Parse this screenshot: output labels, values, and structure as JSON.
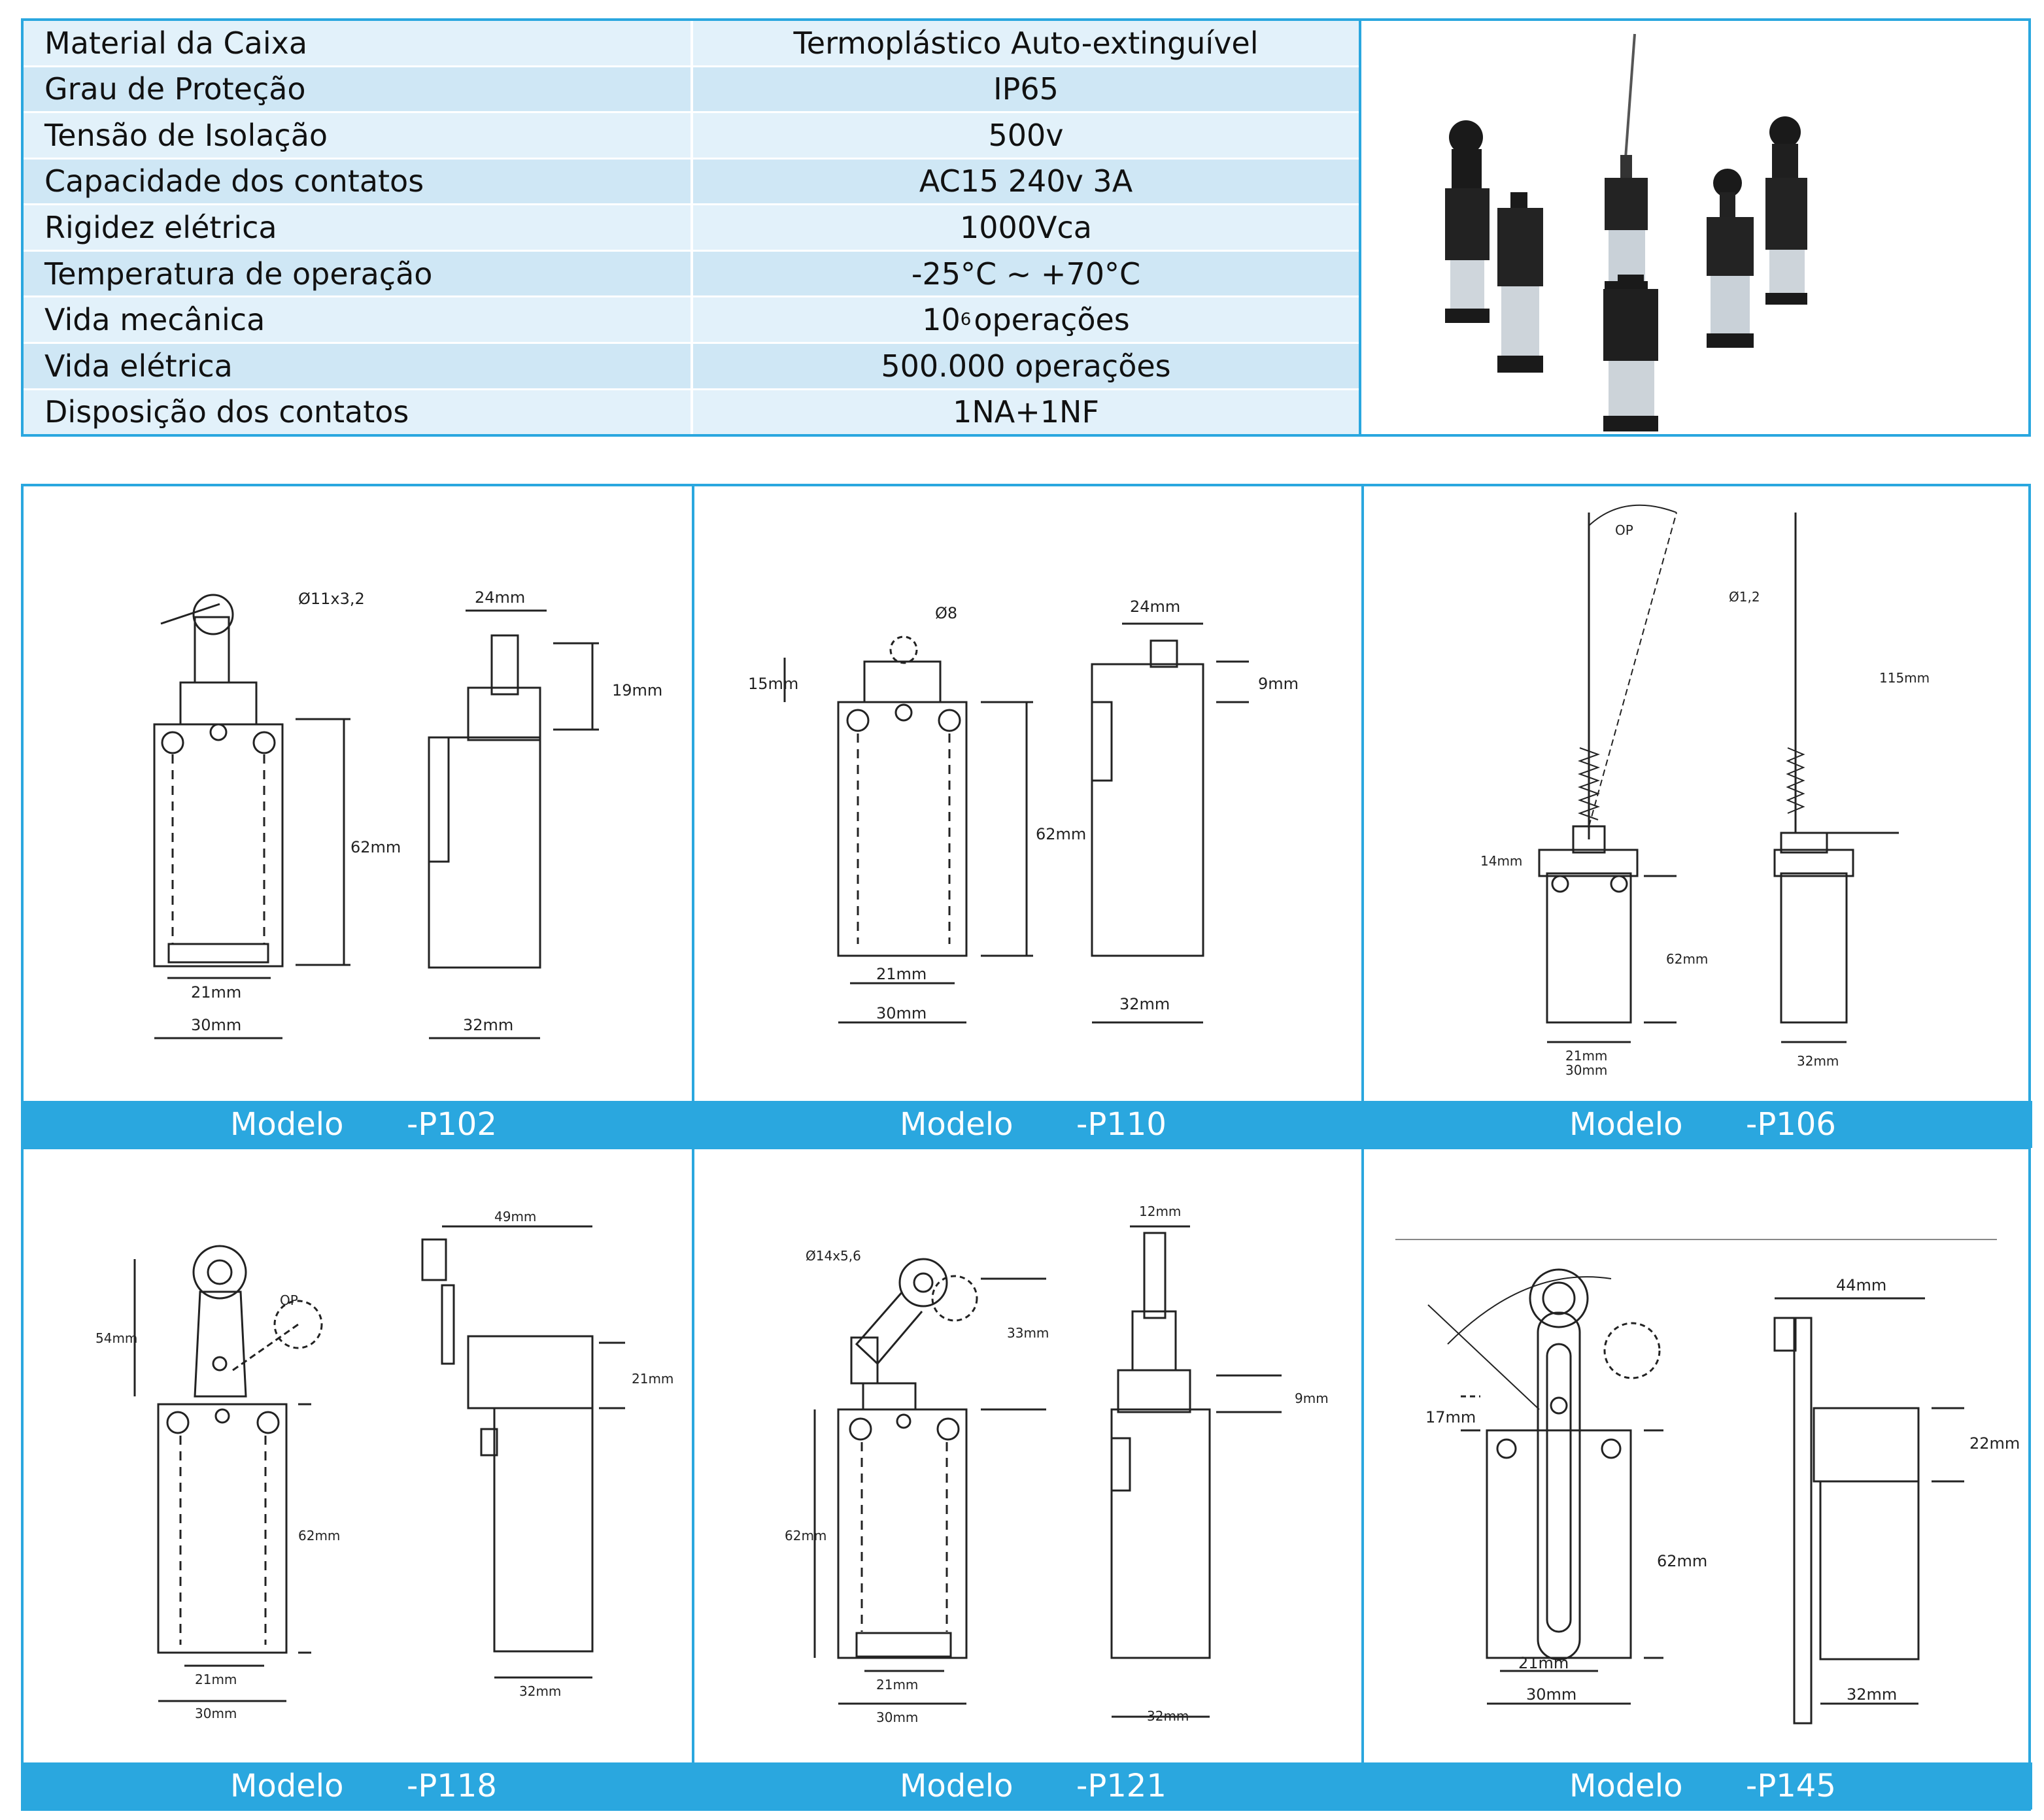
{
  "specs": [
    {
      "label": "Material da Caixa",
      "value": "Termoplástico Auto-extinguível"
    },
    {
      "label": "Grau de Proteção",
      "value": "IP65"
    },
    {
      "label": "Tensão de Isolação",
      "value": "500v"
    },
    {
      "label": "Capacidade dos contatos",
      "value": "AC15 240v 3A"
    },
    {
      "label": "Rigidez elétrica",
      "value": "1000Vca"
    },
    {
      "label": "Temperatura de operação",
      "value": "-25°C  ~ +70°C"
    },
    {
      "label": "Vida mecânica",
      "value_base": "10",
      "value_exp": "6",
      "value_rest": "operações"
    },
    {
      "label": "Vida elétrica",
      "value": "500.000 operações"
    },
    {
      "label": "Disposição dos contatos",
      "value": "1NA+1NF"
    }
  ],
  "models": [
    {
      "label": "Modelo",
      "code": "-P102",
      "dims": {
        "actuator": "Ø11x3,2",
        "width_top": "24mm",
        "height_top": "19mm",
        "height": "62mm",
        "hole": "21mm",
        "width": "30mm",
        "depth": "32mm"
      }
    },
    {
      "label": "Modelo",
      "code": "-P110",
      "dims": {
        "actuator": "Ø8",
        "width_top": "24mm",
        "plunger": "15mm",
        "height_top": "9mm",
        "height": "62mm",
        "hole": "21mm",
        "width": "30mm",
        "depth": "32mm"
      }
    },
    {
      "label": "Modelo",
      "code": "-P106",
      "dims": {
        "op": "OP",
        "rod": "Ø1,2",
        "length": "115mm",
        "head": "14mm",
        "height": "62mm",
        "hole": "21mm",
        "width": "30mm",
        "depth": "32mm"
      }
    },
    {
      "label": "Modelo",
      "code": "-P118",
      "dims": {
        "op": "OP",
        "arm": "54mm",
        "width_top": "49mm",
        "height_top": "21mm",
        "height": "62mm",
        "hole": "21mm",
        "width": "30mm",
        "depth": "32mm"
      }
    },
    {
      "label": "Modelo",
      "code": "-P121",
      "dims": {
        "actuator": "Ø14x5,6",
        "arm": "33mm",
        "width_top": "12mm",
        "height_top": "9mm",
        "height": "62mm",
        "hole": "21mm",
        "width": "30mm",
        "depth": "32mm"
      }
    },
    {
      "label": "Modelo",
      "code": "-P145",
      "dims": {
        "head": "17mm",
        "width_top": "44mm",
        "height_top": "22mm",
        "height": "62mm",
        "hole": "21mm",
        "width": "30mm",
        "depth": "32mm"
      }
    }
  ]
}
